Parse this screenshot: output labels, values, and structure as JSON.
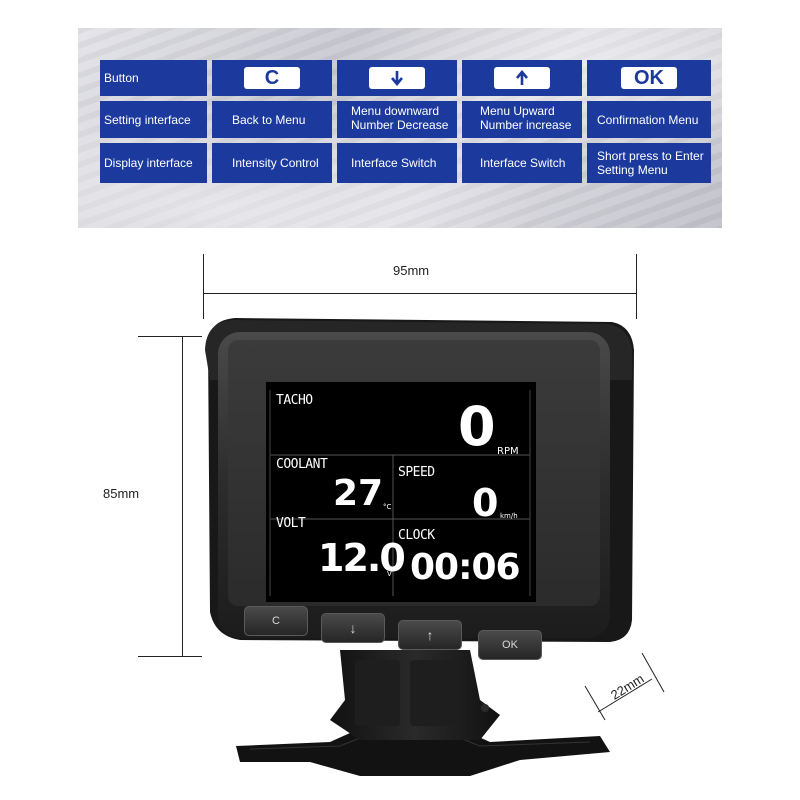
{
  "table": {
    "rows": [
      [
        "Button",
        "",
        "",
        "",
        ""
      ],
      [
        "Setting interface",
        "Back to Menu",
        "Menu downward\nNumber Decrease",
        "Menu Upward\nNumber increase",
        "Confirmation Menu"
      ],
      [
        "Display interface",
        "Intensity Control",
        "Interface Switch",
        "Interface Switch",
        "Short press to Enter\nSetting Menu"
      ]
    ],
    "keys": {
      "c": "C",
      "down": "down-arrow-icon",
      "up": "up-arrow-icon",
      "ok": "OK"
    }
  },
  "dimensions": {
    "width": "95mm",
    "height": "85mm",
    "depth": "22mm"
  },
  "screen": {
    "tacho_label": "TACHO",
    "tacho_value": "0",
    "tacho_unit": "RPM",
    "coolant_label": "COOLANT",
    "coolant_value": "27",
    "coolant_unit": "°C",
    "speed_label": "SPEED",
    "speed_value": "0",
    "speed_unit": "km/h",
    "volt_label": "VOLT",
    "volt_value": "12.0",
    "volt_unit": "V",
    "clock_label": "CLOCK",
    "clock_value": "00:06"
  },
  "device_buttons": [
    "C",
    "↓",
    "↑",
    "OK"
  ],
  "colors": {
    "table_blue": "#1c3a9e",
    "device_body": "#2a2a2a",
    "screen_bg": "#000000"
  }
}
